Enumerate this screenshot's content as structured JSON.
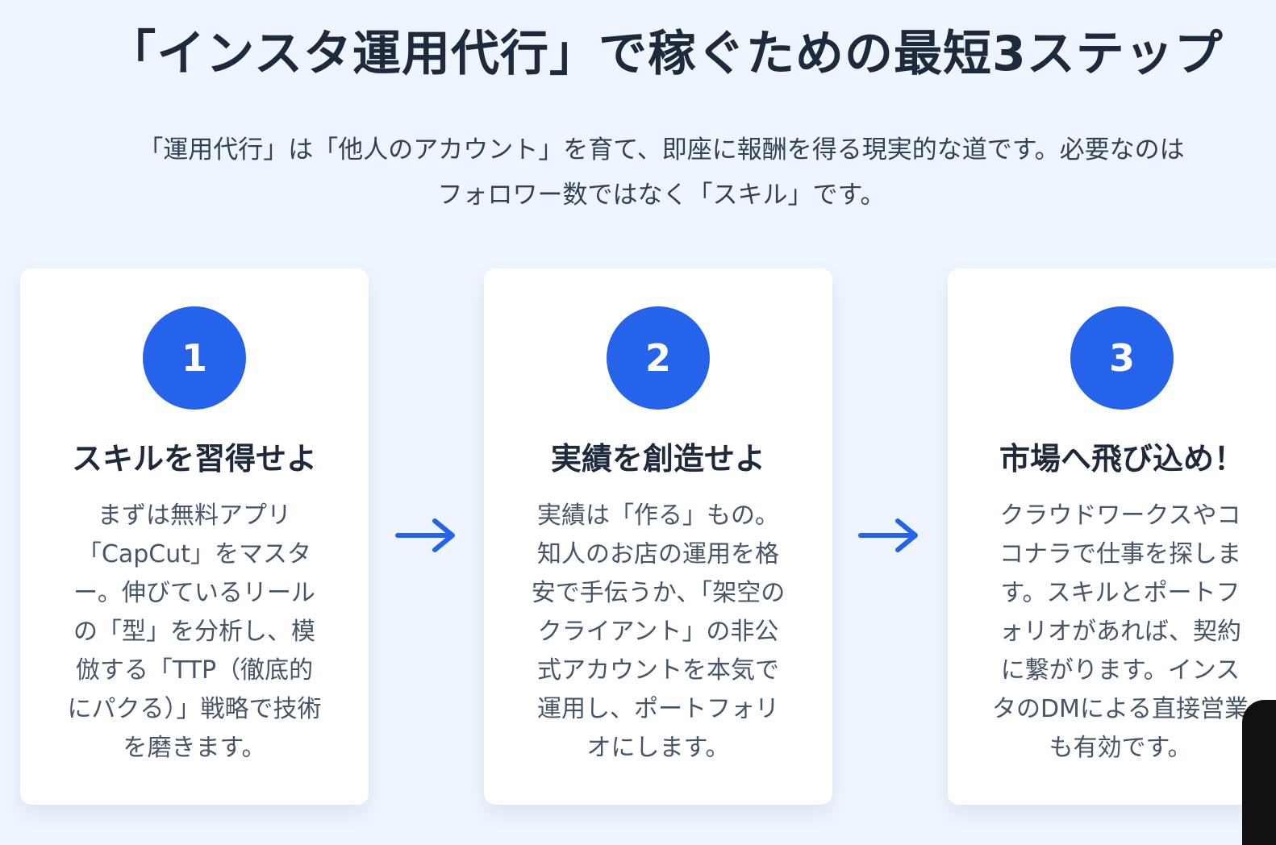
{
  "heading": "「インスタ運用代行」で稼ぐための最短3ステップ",
  "lead": {
    "line1": "「運用代行」は「他人のアカウント」を育て、即座に報酬を得る現実的な道です。必要なのは",
    "line2": "フォロワー数ではなく「スキル」です。"
  },
  "steps": [
    {
      "number": "1",
      "title": "スキルを習得せよ",
      "lines": [
        "まずは無料アプリ",
        "「CapCut」をマスタ",
        "ー。伸びているリール",
        "の「型」を分析し、模",
        "倣する「TTP（徹底的",
        "にパクる）」戦略で技術",
        "を磨きます。"
      ]
    },
    {
      "number": "2",
      "title": "実績を創造せよ",
      "lines": [
        "実績は「作る」もの。",
        "知人のお店の運用を格",
        "安で手伝うか、「架空の",
        "クライアント」の非公",
        "式アカウントを本気で",
        "運用し、ポートフォリ",
        "オにします。"
      ]
    },
    {
      "number": "3",
      "title": "市場へ飛び込め！",
      "lines": [
        "クラウドワークスやコ",
        "コナラで仕事を探しま",
        "す。スキルとポートフ",
        "ォリオがあれば、契約",
        "に繋がります。インス",
        "タのDMによる直接営業",
        "も有効です。"
      ]
    }
  ],
  "colors": {
    "background": "#eef5ff",
    "accent": "#2563eb",
    "heading": "#1e293b",
    "body": "#475569"
  },
  "icons": {
    "step_arrow": "arrow-right-icon"
  }
}
